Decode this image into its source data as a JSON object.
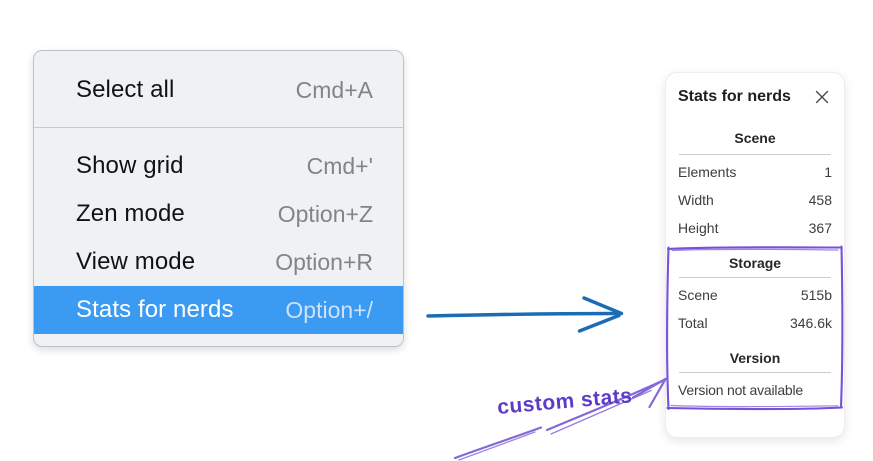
{
  "context_menu": {
    "items": [
      {
        "label": "Select all",
        "shortcut": "Cmd+A"
      },
      {
        "label": "Show grid",
        "shortcut": "Cmd+'"
      },
      {
        "label": "Zen mode",
        "shortcut": "Option+Z"
      },
      {
        "label": "View mode",
        "shortcut": "Option+R"
      },
      {
        "label": "Stats for nerds",
        "shortcut": "Option+/"
      }
    ],
    "highlighted_item": "Stats for nerds"
  },
  "stats_panel": {
    "title": "Stats for nerds",
    "scene_section": {
      "heading": "Scene",
      "rows": [
        {
          "label": "Elements",
          "value": "1"
        },
        {
          "label": "Width",
          "value": "458"
        },
        {
          "label": "Height",
          "value": "367"
        }
      ]
    },
    "storage_section": {
      "heading": "Storage",
      "rows": [
        {
          "label": "Scene",
          "value": "515b"
        },
        {
          "label": "Total",
          "value": "346.6k"
        }
      ]
    },
    "version_section": {
      "heading": "Version",
      "note": "Version not available"
    }
  },
  "annotation": {
    "label": "custom stats"
  },
  "colors": {
    "menu_highlight": "#3b9bf2",
    "arrow_blue": "#1b6cb5",
    "annotation_purple": "#7452d9",
    "annotation_text_purple": "#5b3cc9"
  }
}
